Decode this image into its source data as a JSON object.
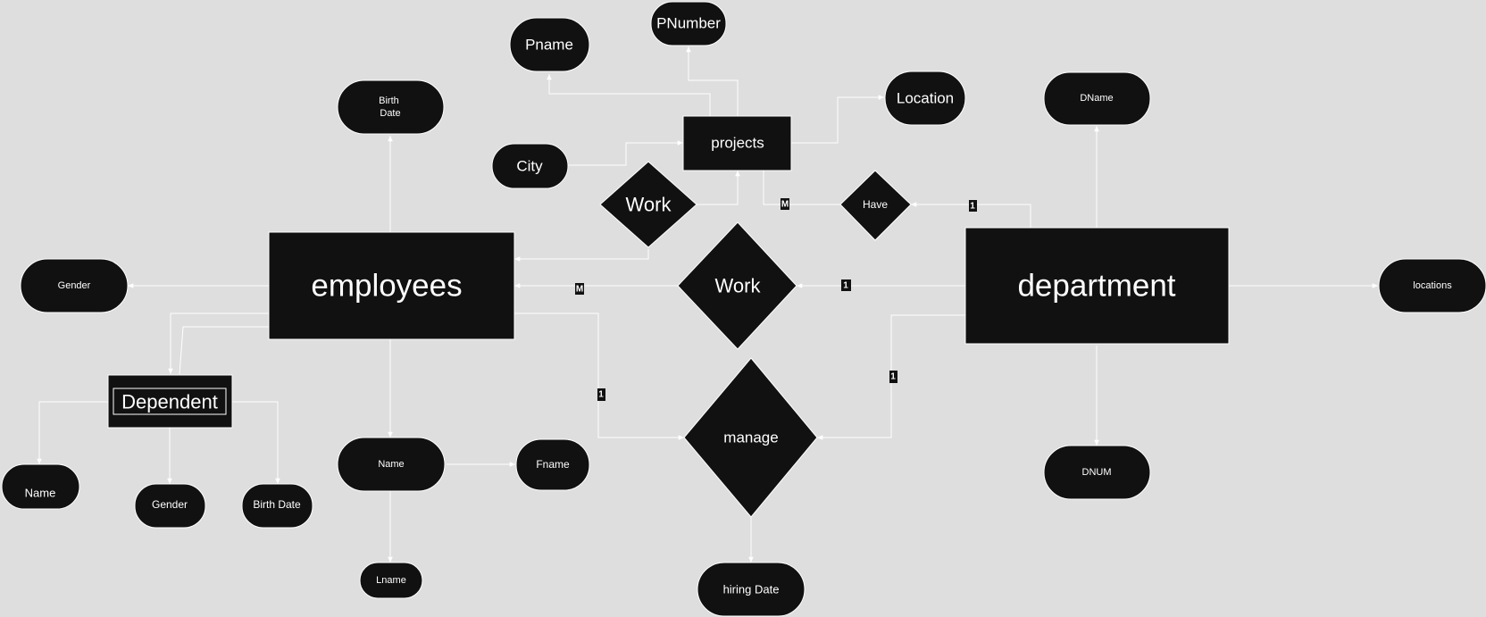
{
  "colors": {
    "background": "#dedede",
    "shape_fill": "#111111",
    "stroke": "#ffffff",
    "text": "#ffffff"
  },
  "entities": {
    "employees": "employees",
    "department": "department",
    "projects": "projects",
    "dependent": "Dependent"
  },
  "relationships": {
    "work_projects": "Work",
    "have": "Have",
    "work_department": "Work",
    "manage": "manage"
  },
  "attributes": {
    "birth_date": [
      "Birth",
      "Date"
    ],
    "gender": "Gender",
    "name": "Name",
    "fname": "Fname",
    "lname": "Lname",
    "pname": "Pname",
    "pnumber": "PNumber",
    "location": "Location",
    "city": "City",
    "dname": "DName",
    "locations": "locations",
    "dnum": "DNUM",
    "hiring_date": "hiring Date",
    "dependent_name": "Name",
    "dependent_gender": "Gender",
    "dependent_birth_date": "Birth Date"
  },
  "cardinalities": {
    "have_projects": "M",
    "have_department": "1",
    "work_employees": "M",
    "work_department": "1",
    "manage_employees": "1",
    "manage_department": "1"
  }
}
